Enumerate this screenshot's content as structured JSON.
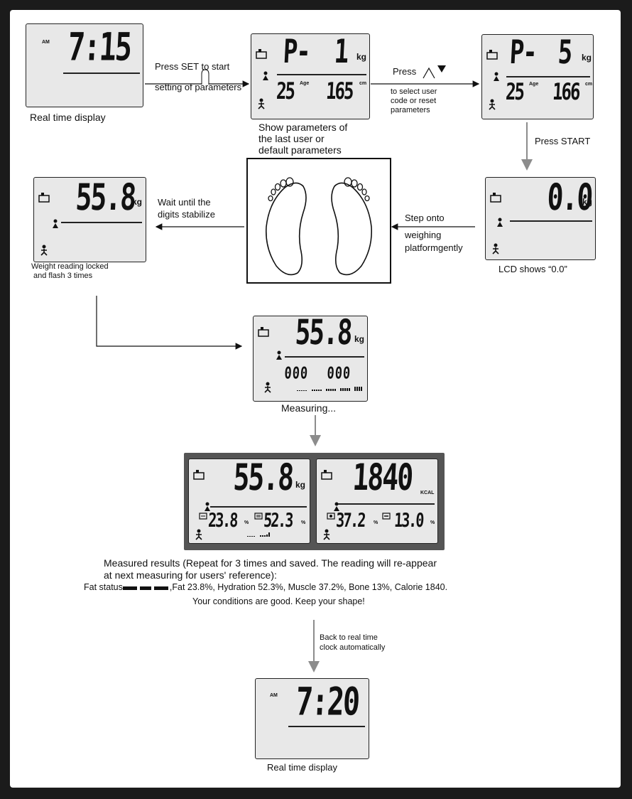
{
  "steps": {
    "step1": {
      "am": "AM",
      "time": "7:15",
      "caption": "Real time display"
    },
    "arrow1": {
      "label1": "Press SET to start",
      "label2": "setting of parameters"
    },
    "step2": {
      "code": "P-",
      "user_no": "1",
      "unit": "kg",
      "age": "25",
      "age_tag": "Age",
      "height": "165",
      "height_unit": "cm",
      "caption": "Show parameters of the last user or default parameters",
      "caption_lines": [
        "Show parameters of",
        "the last user or",
        "default parameters"
      ]
    },
    "arrow2": {
      "label": "Press",
      "sub_lines": [
        "to select user",
        "code or reset",
        "parameters"
      ]
    },
    "step3": {
      "code": "P-",
      "user_no": "5",
      "unit": "kg",
      "age": "25",
      "age_tag": "Age",
      "height": "166",
      "height_unit": "cm"
    },
    "arrow3": {
      "label": "Press START"
    },
    "step4": {
      "value": "0.0",
      "unit": "kg",
      "caption": "LCD shows “0.0”"
    },
    "arrow4": {
      "lines": [
        "Step onto",
        "weighing",
        "platformgently"
      ]
    },
    "step6": {
      "value": "55.8",
      "unit": "kg",
      "caption_lines": [
        "Weight reading locked",
        "and flash 3 times"
      ]
    },
    "arrow5": {
      "lines": [
        "Wait until the",
        "digits stabilize"
      ]
    },
    "step7": {
      "value": "55.8",
      "unit": "kg",
      "left": "000",
      "right": "000",
      "caption": "Measuring..."
    },
    "results": {
      "left": {
        "value": "55.8",
        "unit": "kg",
        "fat": "23.8",
        "fat_unit": "%",
        "hyd": "52.3",
        "hyd_unit": "%"
      },
      "right": {
        "value": "1840",
        "unit": "KCAL",
        "muscle": "37.2",
        "muscle_unit": "%",
        "bone": "13.0",
        "bone_unit": "%"
      },
      "lines": [
        "Measured results (Repeat for 3 times and saved. The reading will re-appear",
        "at next measuring for users' reference):"
      ],
      "fat_status_label": "Fat status",
      "summary": ",Fat 23.8%, Hydration 52.3%, Muscle 37.2%, Bone 13%, Calorie 1840.",
      "good": "Your conditions are good.  Keep your shape!"
    },
    "arrow6": {
      "lines": [
        "Back to real time",
        "clock automatically"
      ]
    },
    "step8": {
      "am": "AM",
      "time": "7:20",
      "caption": "Real time display"
    }
  },
  "colors": {
    "background": "#1b1b1b",
    "page": "#ffffff",
    "lcd": "#e8e8e8",
    "arrow_gray": "#8c8c8c",
    "frame": "#555555"
  }
}
